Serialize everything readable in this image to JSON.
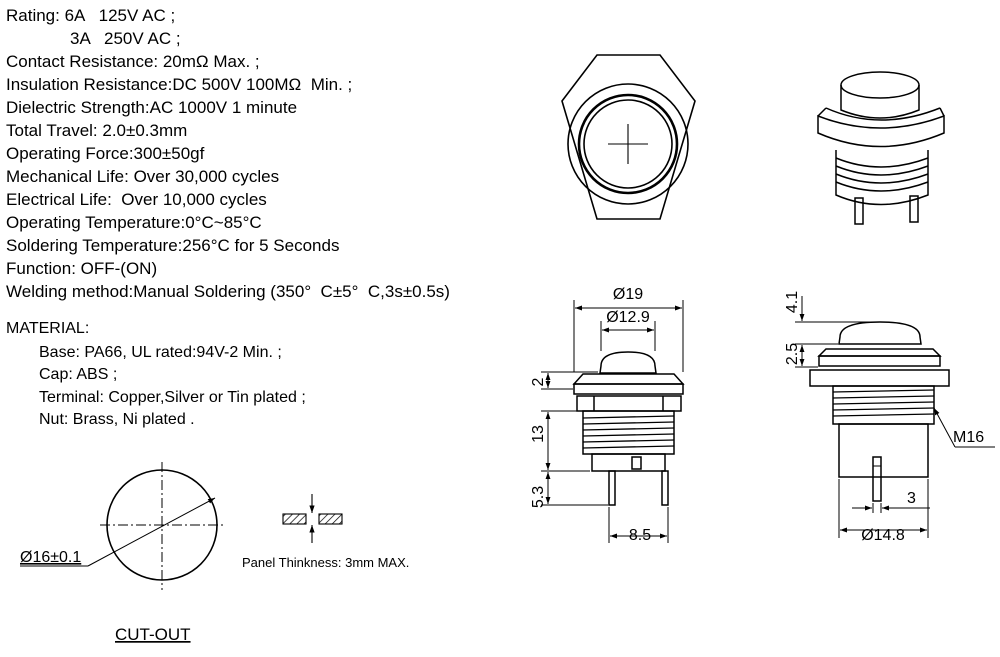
{
  "specifications": {
    "rating_line1": "Rating: 6A   125V AC ;",
    "rating_line2": "3A   250V AC ;",
    "contact_resistance": "Contact Resistance: 20mΩ Max. ;",
    "insulation_resistance": "Insulation Resistance:DC 500V 100MΩ  Min. ;",
    "dielectric_strength": "Dielectric Strength:AC 1000V 1 minute",
    "total_travel": "Total Travel: 2.0±0.3mm",
    "operating_force": "Operating Force:300±50gf",
    "mechanical_life": "Mechanical Life: Over 30,000 cycles",
    "electrical_life": "Electrical Life:  Over 10,000 cycles",
    "operating_temperature": "Operating Temperature:0°C~85°C",
    "soldering_temperature": "Soldering Temperature:256°C for 5 Seconds",
    "function": "Function: OFF-(ON)",
    "welding_method": "Welding method:Manual Soldering (350°  C±5°  C,3s±0.5s)"
  },
  "material": {
    "heading": "MATERIAL:",
    "base": "Base: PA66, UL rated:94V-2 Min. ;",
    "cap": "Cap: ABS ;",
    "terminal": "Terminal: Copper,Silver or Tin plated ;",
    "nut": "Nut: Brass, Ni plated ."
  },
  "cutout": {
    "diameter_label": "Ø16±0.1",
    "title": "CUT-OUT",
    "panel_note": "Panel Thinkness: 3mm MAX."
  },
  "front_view_dims": {
    "overall_diameter": "Ø19",
    "cap_diameter": "Ø12.9",
    "flange_height": "2",
    "thread_height": "13",
    "terminal_height": "5.3",
    "terminal_spacing": "8.5"
  },
  "side_view_dims": {
    "cap_height": "4.1",
    "cap_to_flange": "2.5",
    "thread_label": "M16",
    "terminal_width": "3",
    "body_diameter": "Ø14.8"
  }
}
